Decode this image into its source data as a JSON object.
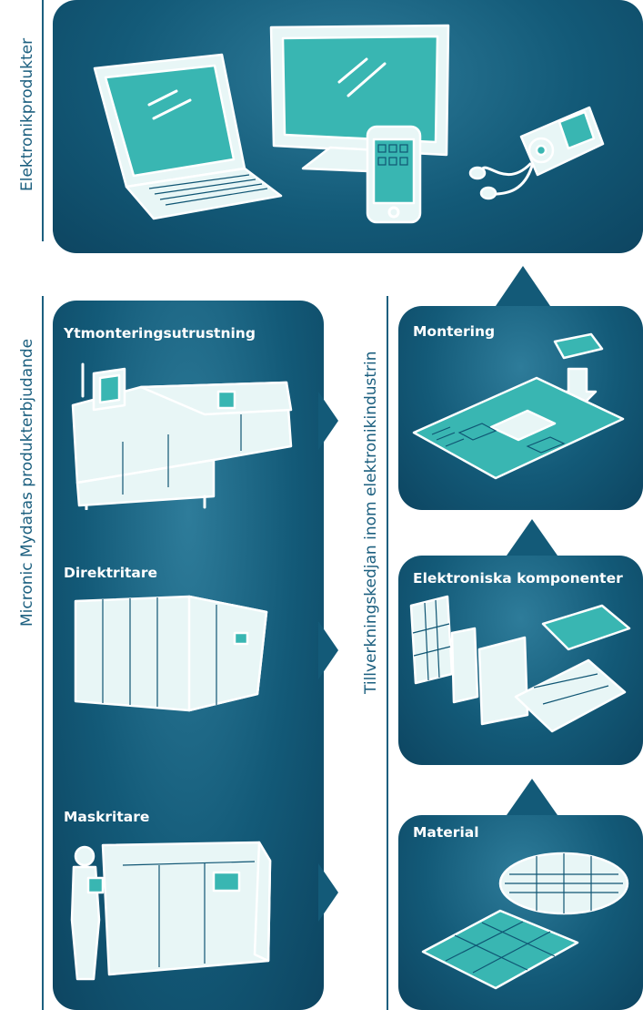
{
  "left_labels": {
    "top": "Elektronikprodukter",
    "bottom": "Micronic Mydatas produkterbjudande"
  },
  "middle_label": "Tillverkningskedjan inom elektronikindustrin",
  "machines": [
    {
      "title": "Ytmonteringsutrustning"
    },
    {
      "title": "Direktritare"
    },
    {
      "title": "Maskritare"
    }
  ],
  "stages": [
    {
      "title": "Montering"
    },
    {
      "title": "Elektroniska komponenter"
    },
    {
      "title": "Material"
    }
  ],
  "colors": {
    "panel": "#135a78",
    "label": "#1b5f7f",
    "accent": "#39b6b2"
  }
}
